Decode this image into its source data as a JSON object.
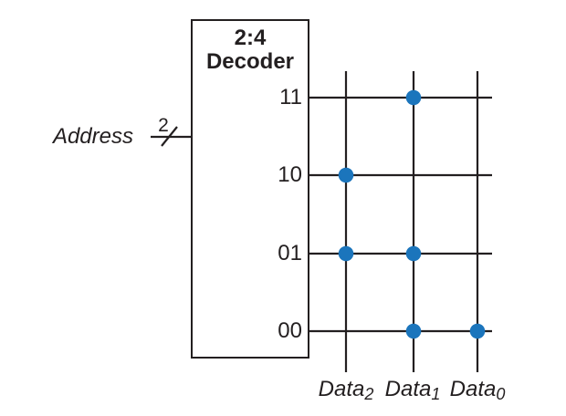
{
  "diagram": {
    "decoder": {
      "title_line1": "2:4",
      "title_line2": "Decoder"
    },
    "input": {
      "label": "Address",
      "bus_width": "2"
    },
    "rows": [
      "11",
      "10",
      "01",
      "00"
    ],
    "columns": [
      {
        "name": "Data",
        "subscript": "2"
      },
      {
        "name": "Data",
        "subscript": "1"
      },
      {
        "name": "Data",
        "subscript": "0"
      }
    ],
    "dots": [
      {
        "row": 0,
        "col": 1
      },
      {
        "row": 1,
        "col": 0
      },
      {
        "row": 2,
        "col": 0
      },
      {
        "row": 2,
        "col": 1
      },
      {
        "row": 3,
        "col": 1
      },
      {
        "row": 3,
        "col": 2
      }
    ],
    "colors": {
      "dot": "#1b75bc",
      "line": "#231f20",
      "background": "#ffffff"
    }
  }
}
